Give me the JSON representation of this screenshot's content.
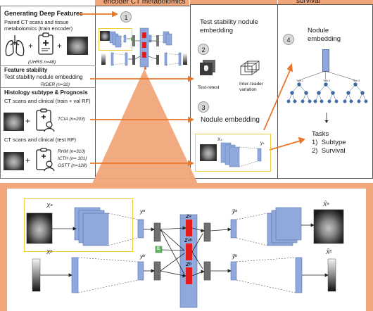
{
  "header": {
    "col2_title": "encoder CT metabolomics",
    "col4_title": "survival"
  },
  "left": {
    "section1_title": "Generating Deep Features",
    "section1_desc": "Paired CT scans and tissue metabolomics (train encoder)",
    "section1_count": "(UHRS n=48)",
    "section2_title": "Feature stability",
    "section2_desc": "Test stability nodule embedding",
    "section2_count": "RIDER (n=32)",
    "section3_title": "Histology subtype & Prognosis",
    "section3_desc": "CT scans and clinical (train + val RF)",
    "section3_count": "TCIA (n=203)",
    "section4_desc": "CT scans and clinical (test RF)",
    "section4_counts": [
      "RHM (n=310)",
      "ICTH (n= 101)",
      "GSTT (n=128)"
    ]
  },
  "steps": [
    "1",
    "2",
    "3",
    "4"
  ],
  "col3": {
    "stability_title": "Test stability nodule embedding",
    "test_retest": "Test-retest",
    "inter_reader": "Inter-reader variation",
    "nodule_embedding": "Nodule embedding",
    "xs": "Xₛ",
    "ys": "yₛ"
  },
  "col4": {
    "embedding_title": "Nodule embedding",
    "tree_labels": [
      "Tree 1",
      "Tree 2",
      "Tree 3"
    ],
    "tasks_title": "Tasks",
    "tasks": [
      "1)  Subtype",
      "2)  Survival"
    ]
  },
  "detail": {
    "xa": "Xᵃ",
    "xb": "Xᵇ",
    "ya": "yᵃ",
    "yb": "yᵇ",
    "za": "Zᵃ",
    "zab": "Zᵃᵇ",
    "zb": "Zᵇ",
    "e": "E",
    "ya_hat": "ŷᵃ",
    "yb_hat": "ŷᵇ",
    "xa_hat": "X̂ᵃ",
    "xb_hat": "X̂ᵇ"
  },
  "colors": {
    "orange": "#f1a77a",
    "block_blue": "#8fa9dc",
    "red": "#e51c1c",
    "arrow_orange": "#e8762b",
    "yellow": "#f2cc3a",
    "green": "#5cb85c"
  }
}
